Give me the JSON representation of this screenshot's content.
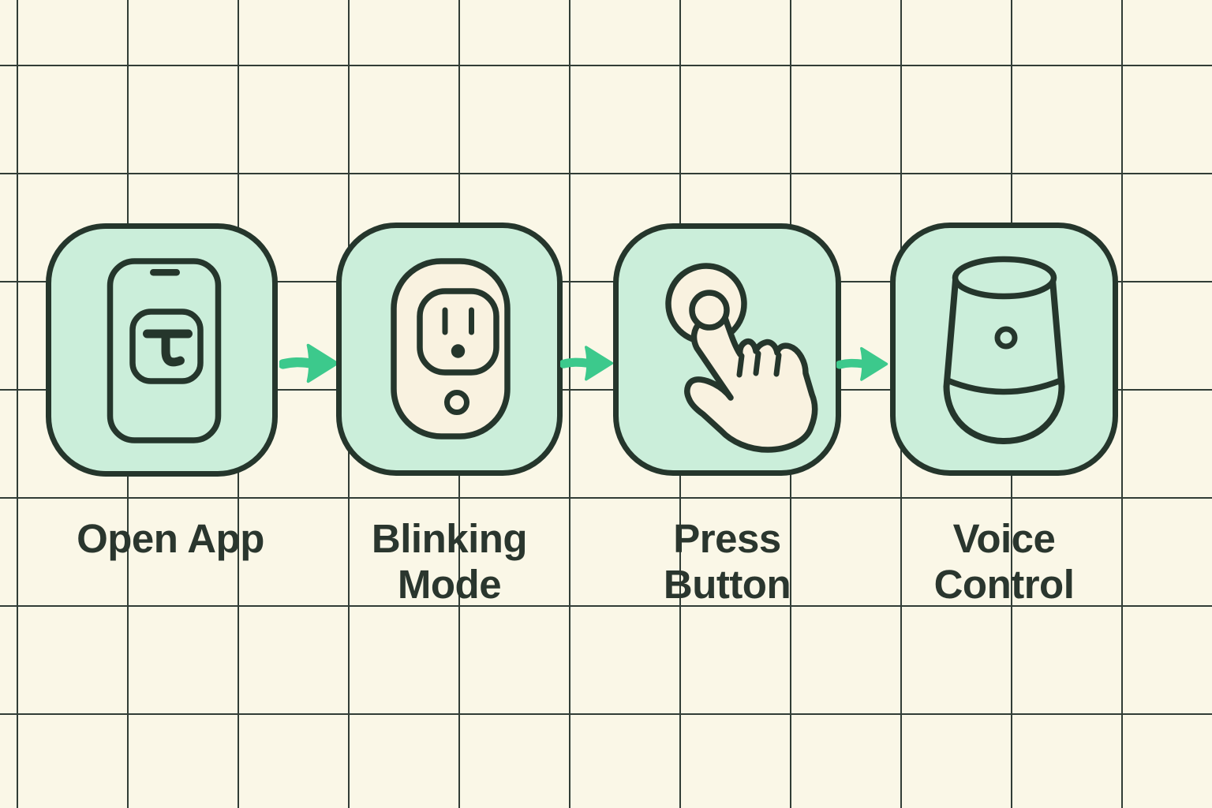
{
  "colors": {
    "bg": "#FAF7E7",
    "grid": "#313D36",
    "mint": "#CBEEDA",
    "cream": "#F9F2E0",
    "ink": "#25362C",
    "arrow": "#3CC98C",
    "text": "#2A362E"
  },
  "diagram": {
    "kind": "setup-flow",
    "connector": "arrow-right"
  },
  "steps": [
    {
      "icon": "phone-app-icon",
      "app_glyph": "τ",
      "lines": [
        "Open App"
      ]
    },
    {
      "icon": "smart-plug-icon",
      "lines": [
        "Blinking",
        "Mode"
      ]
    },
    {
      "icon": "tap-hand-icon",
      "lines": [
        "Press",
        "Button"
      ]
    },
    {
      "icon": "smart-speaker-icon",
      "lines": [
        "Voice",
        "Control"
      ]
    }
  ]
}
